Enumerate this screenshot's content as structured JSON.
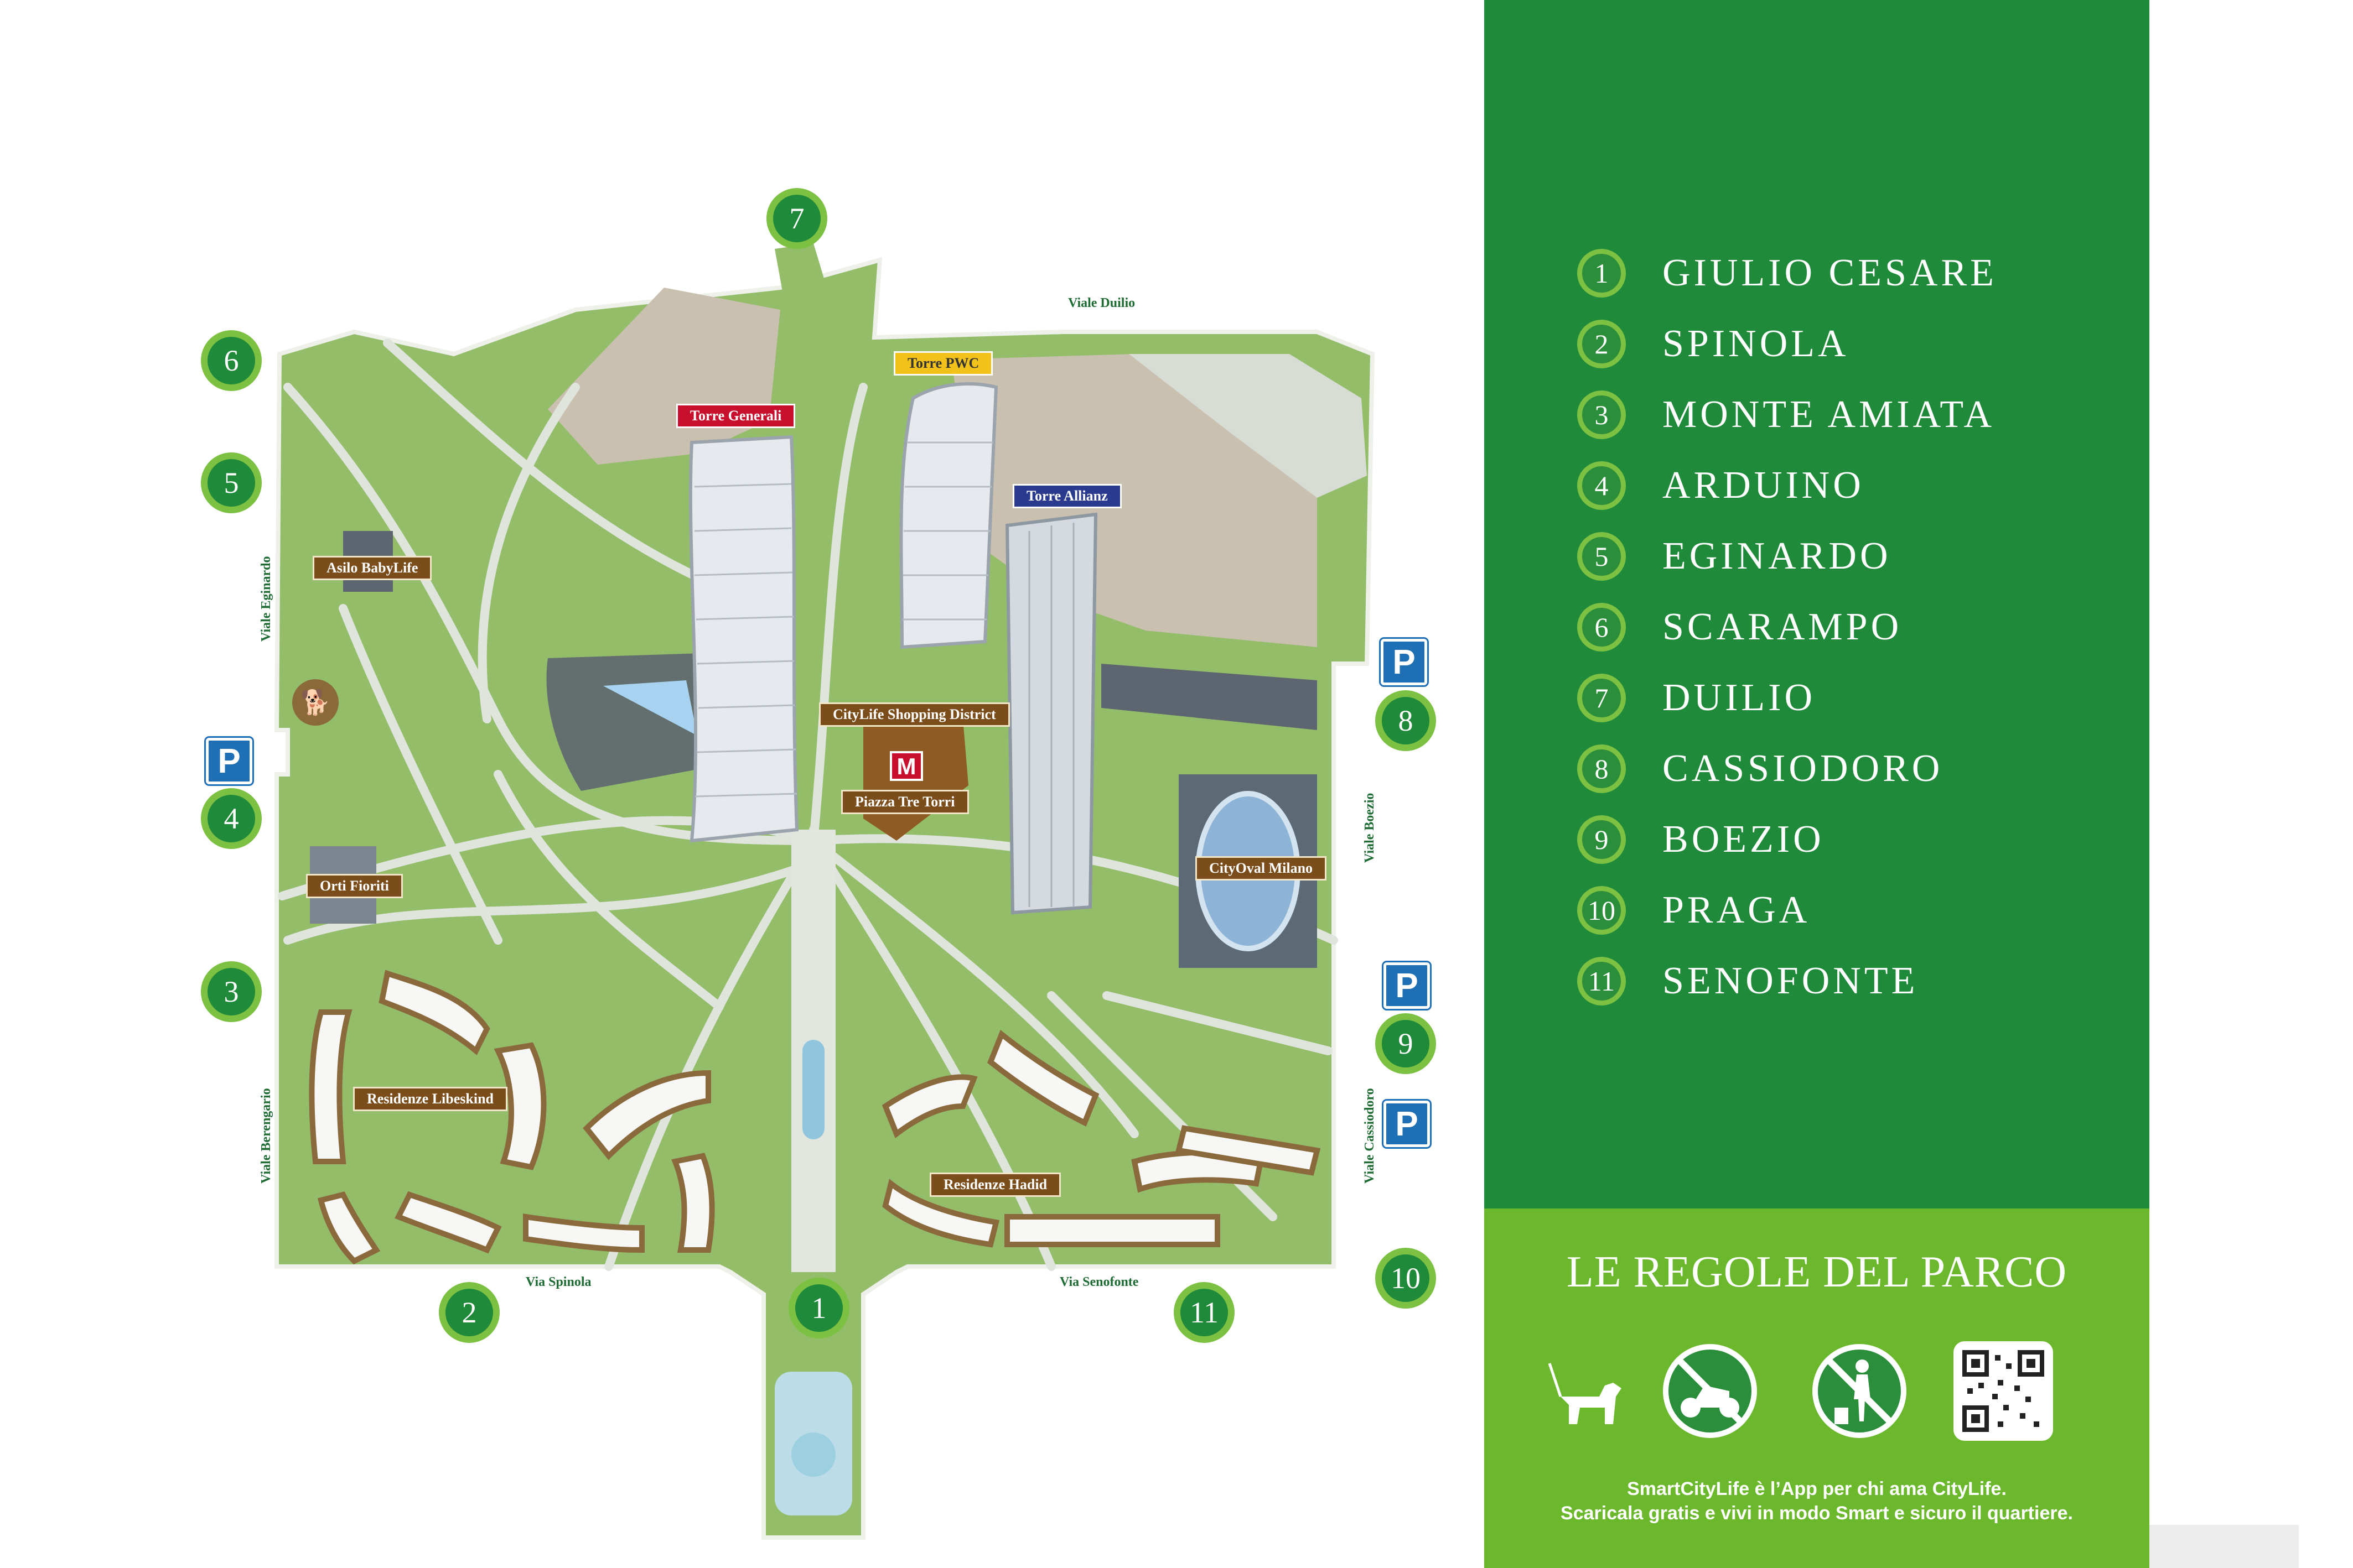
{
  "gates": [
    {
      "num": "1",
      "name": "GIULIO CESARE"
    },
    {
      "num": "2",
      "name": "SPINOLA"
    },
    {
      "num": "3",
      "name": "MONTE AMIATA"
    },
    {
      "num": "4",
      "name": "ARDUINO"
    },
    {
      "num": "5",
      "name": "EGINARDO"
    },
    {
      "num": "6",
      "name": "SCARAMPO"
    },
    {
      "num": "7",
      "name": "DUILIO"
    },
    {
      "num": "8",
      "name": "CASSIODORO"
    },
    {
      "num": "9",
      "name": "BOEZIO"
    },
    {
      "num": "10",
      "name": "PRAGA"
    },
    {
      "num": "11",
      "name": "SENOFONTE"
    }
  ],
  "rules": {
    "title": "LE REGOLE DEL PARCO",
    "footer_line1": "SmartCityLife è l’App per chi ama CityLife.",
    "footer_line2": "Scaricala gratis e vivi in modo Smart e sicuro il quartiere.",
    "icons": [
      "dog-on-leash-icon",
      "no-scooter-icon",
      "no-littering-icon",
      "qr-code-icon"
    ]
  },
  "map": {
    "parking_symbol": "P",
    "metro_symbol": "M",
    "labels": {
      "torre_generali": "Torre Generali",
      "torre_pwc": "Torre PWC",
      "torre_allianz": "Torre Allianz",
      "asilo": "Asilo BabyLife",
      "shopping": "CityLife Shopping District",
      "piazza": "Piazza Tre Torri",
      "orti": "Orti Fioriti",
      "cityoval": "CityOval Milano",
      "libeskind": "Residenze Libeskind",
      "hadid": "Residenze Hadid"
    },
    "streets": {
      "duilio": "Viale Duilio",
      "eginardo": "Viale Eginardo",
      "boezio": "Viale Boezio",
      "berengario": "Viale Berengario",
      "cassiodoro": "Viale Cassiodoro",
      "spinola": "Via Spinola",
      "senofonte": "Via Senofonte"
    },
    "badges": [
      "1",
      "2",
      "3",
      "4",
      "5",
      "6",
      "7",
      "8",
      "9",
      "10",
      "11"
    ]
  },
  "colors": {
    "panel_green": "#1f8a3a",
    "rules_green": "#6bb82c",
    "badge_ring": "#7cc142",
    "lawn": "#94bd6a",
    "path": "#dfe5dc",
    "parking_blue": "#1f6fb5",
    "label_brown": "#7a4d1a"
  }
}
